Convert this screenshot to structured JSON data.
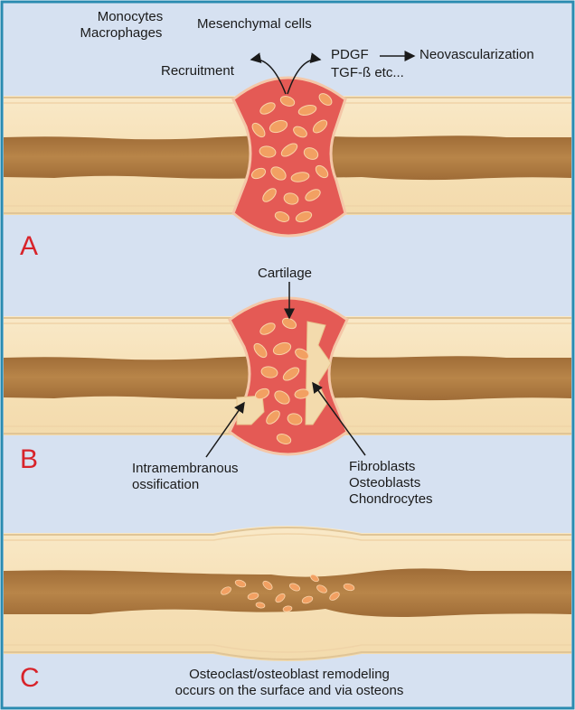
{
  "panel_a": {
    "letter": "A",
    "monocytes": "Monocytes",
    "macrophages": "Macrophages",
    "mesenchymal": "Mesenchymal cells",
    "recruitment": "Recruitment",
    "pdgf": "PDGF",
    "tgf": "TGF-ß etc...",
    "neovascularization": "Neovascularization"
  },
  "panel_b": {
    "letter": "B",
    "cartilage": "Cartilage",
    "intramembranous_1": "Intramembranous",
    "intramembranous_2": "ossification",
    "fibroblasts": "Fibroblasts",
    "osteoblasts": "Osteoblasts",
    "chondrocytes": "Chondrocytes"
  },
  "panel_c": {
    "letter": "C",
    "remodeling_1": "Osteoclast/osteoblast remodeling",
    "remodeling_2": "occurs on the surface and via osteons"
  },
  "colors": {
    "background": "#d6e1f1",
    "border": "#2a8bb0",
    "bone": "#f7e4bf",
    "bone_edge": "#e0c597",
    "marrow": "#b07c44",
    "hematoma": "#e45a55",
    "cell": "#f2a062",
    "letter": "#d8232a"
  }
}
